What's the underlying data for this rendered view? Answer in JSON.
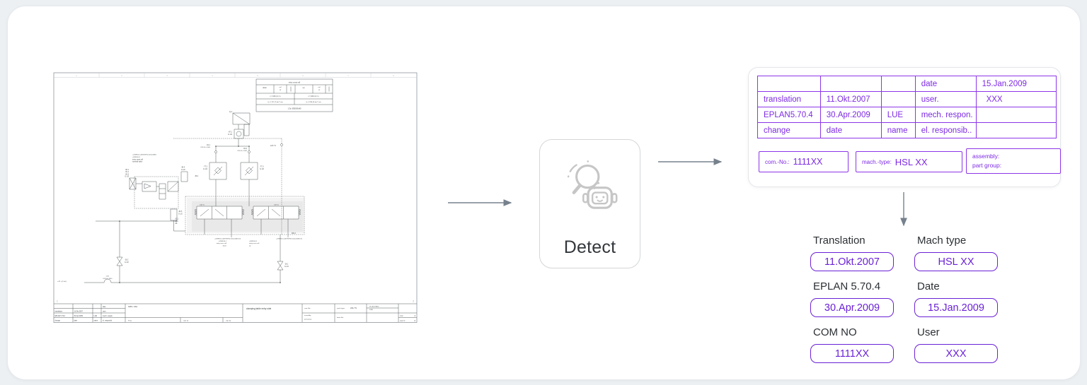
{
  "detect": {
    "label": "Detect"
  },
  "card": {
    "table": {
      "rows": [
        [
          "",
          "",
          "",
          "date",
          "15.Jan.2009"
        ],
        [
          "translation",
          "11.Okt.2007",
          "",
          "user.",
          "XXX"
        ],
        [
          "EPLAN",
          "30.Apr.2009",
          "LUE",
          "mech. respon.",
          ""
        ],
        [
          "change",
          "date",
          "name",
          "el. responsib..",
          ""
        ]
      ],
      "eplan_version": "5.70.4"
    },
    "com_label": "com.-No.:",
    "com_value": "1111XX",
    "mach_label": "mach.-type:",
    "mach_value": "HSL XX",
    "assembly_label": "assembly:",
    "part_group_label": "part group:"
  },
  "fields": [
    {
      "label": "Translation",
      "value": "11.Okt.2007"
    },
    {
      "label": "Mach type",
      "value": "HSL XX"
    },
    {
      "label": "EPLAN 5.70.4",
      "value": "30.Apr.2009"
    },
    {
      "label": "Date",
      "value": "15.Jan.2009"
    },
    {
      "label": "COM NO",
      "value": "1111XX"
    },
    {
      "label": "User",
      "value": "XXX"
    }
  ],
  "schematic": {
    "ruler": [
      "1",
      "2",
      "3",
      "4",
      "5",
      "6",
      "7",
      "8"
    ],
    "zone_left": "1",
    "zone_right": "2",
    "table": {
      "title": "entry cross roll",
      "down": "down",
      "coil_a": "coil",
      "n14": "14",
      "up": "up",
      "coil_b": "coil",
      "n12": "12",
      "v_a": "v = 100 mm / s",
      "v_b": "v = 100 mm / s",
      "q_a": "Q = 1767,12 dm³ / min",
      "q_b": "Q = 1696,46 dm³ / min",
      "cyl": "1 Zyl. Ø200/50x80"
    },
    "labels": {
      "q1": "Q.1",
      "c871": "-87.1",
      "c871g": "G 1/2",
      "h911": "-91.1",
      "h911d": "DN 16 x 1000",
      "h912": "-91.2",
      "h912d": "DN 16 x 1000",
      "h86": "H 8 / 6",
      "c772": "-77.2",
      "c772g": "G 1/2",
      "c773": "-77.3",
      "c773g": "G 1/2",
      "ref1": "+21WR13+C04RXXP02.0103-003K1",
      "ref1b": "-01WR.03.1",
      "ref1c": "entry cross roll",
      "ref1d": "nominal value",
      "c501": "-50.1",
      "c511": "-51.1",
      "c643": "-64.3",
      "c643g": "G 1/2",
      "c644": "-64.4",
      "c644g": "G 1/2",
      "c501b": "-50.1",
      "c645": "-64.5",
      "c645g": "G 1/2",
      "c311": "-31.1",
      "c35": "-35",
      "c36": "-36.",
      "p14": "14(Y1)",
      "p12": "12(Y2)",
      "rd2": "RD 2",
      "sol1": "+21WR13+C04PXXP01.0102-004K1/14",
      "sol1b": "-01WR.04.1",
      "sol1c": "entry cross roll",
      "sol1d": "down",
      "sol2": "+21WR13+C04PXXP01.0102-004K1/12",
      "sol2b": "-01WR.04.1",
      "sol2c": "entry cross roll",
      "sol2d": "up",
      "c162": "-16.2",
      "c162g": "G 1/2",
      "h941": "-94.1",
      "h941d": "DN 16 x 2000",
      "c161": "-16.1",
      "c161g": "G 1/4",
      "p1": "⇐P1  ≈(7.0±1)"
    },
    "title_block": {
      "date": "date",
      "translation": "translation",
      "t_date": "11.Okt.2007",
      "user": "user.",
      "eplan": "EPLAN 5.70.4",
      "e_date": "30.Apr.2009",
      "lue": "LUE",
      "mech": "mech. respon.",
      "change": "change",
      "date2": "date",
      "name": "name",
      "el": "el. responsib.",
      "company": "SMS / USA",
      "prod": "Prod.",
      "repl_for": "repl. for",
      "repl_by": "repl. by",
      "title": "clamping table entry side",
      "com_no": "com.-No.:",
      "mach_type": "mach.-type:",
      "mach_val": "HSL TS",
      "fluid": "- FLUID.PNEU",
      "pne": "- PNE",
      "assembly": "assembly:",
      "part_group": "part group:",
      "draw_no": "draw.-No.:",
      "page": "page",
      "page_no": "3",
      "page_tot": "page ld.",
      "page_tot_no": "6"
    }
  },
  "colors": {
    "accent_purple": "#7d2ae4",
    "pill_purple": "#6a21d6",
    "arrow_gray": "#76818d",
    "label_dark": "#2c3034",
    "page_bg": "#edf0f3"
  }
}
